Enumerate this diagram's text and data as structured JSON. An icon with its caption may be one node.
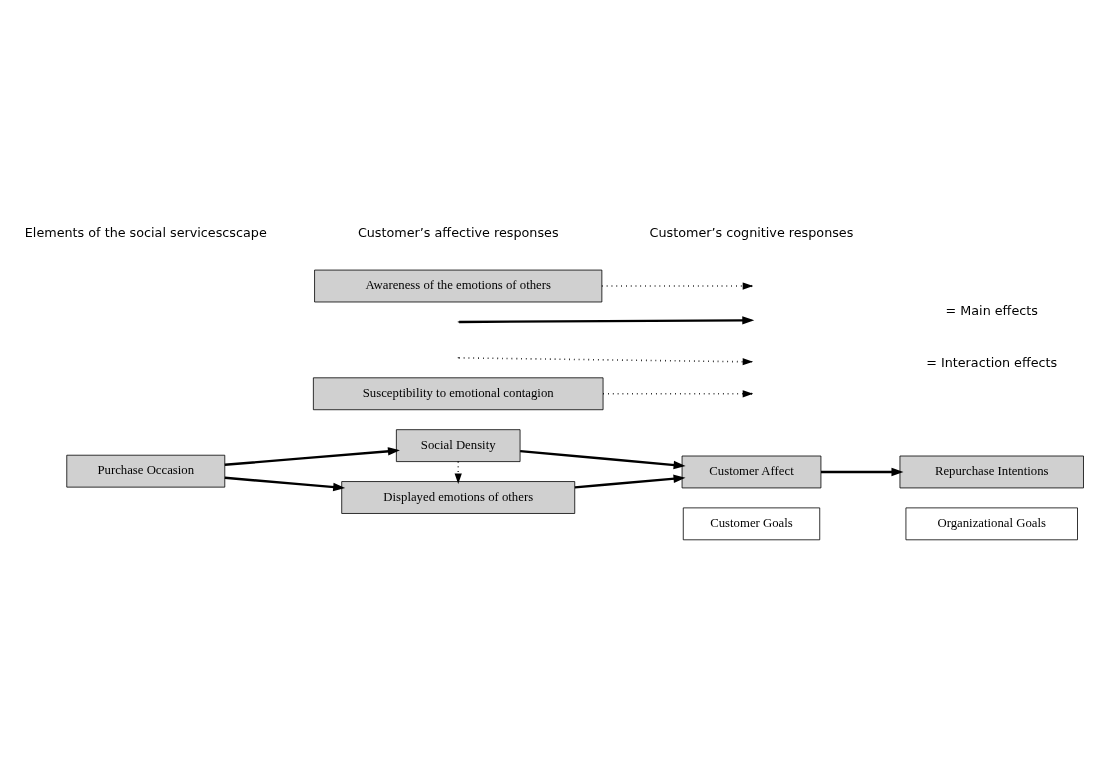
{
  "diagram": {
    "nodes": [
      {
        "text": [
          "Purchase Occasion"
        ]
      },
      {
        "text": [
          "Social Density"
        ]
      },
      {
        "text": [
          "Displayed emotions of others"
        ]
      },
      {
        "text": [
          "Customer Affect"
        ]
      },
      {
        "text": [
          "Repurchase Intentions"
        ]
      },
      {
        "text": [
          "Susceptibility to emotional contagion"
        ]
      },
      {
        "text": [
          "Awareness of the emotions of others"
        ]
      },
      {
        "text": [
          "Customer Goals"
        ]
      },
      {
        "text": [
          "Organizational Goals"
        ]
      }
    ],
    "edges": [
      {
        "from": 0,
        "to": 1,
        "arrow": "to"
      },
      {
        "from": 0,
        "to": 2,
        "arrow": "to"
      },
      {
        "from": 1,
        "to": 3,
        "arrow": "to"
      },
      {
        "from": 1,
        "to": 2,
        "arrow": "to",
        "style": "dashed"
      },
      {
        "from": 2,
        "to": 3,
        "arrow": "to"
      },
      {
        "from": 3,
        "to": 4,
        "arrow": "to"
      },
      {
        "from": 5,
        "to": null,
        "arrow": "to",
        "style": "dashed"
      },
      {
        "from": 6,
        "to": null,
        "arrow": "to",
        "style": "dashed"
      }
    ],
    "labels": [
      "Elements of the social servicescscape",
      "Customer’s affective responses",
      "Customer’s cognitive responses"
    ],
    "legend": [
      {
        "text": "= Main effects"
      },
      {
        "text": "= Interaction effects"
      }
    ]
  }
}
